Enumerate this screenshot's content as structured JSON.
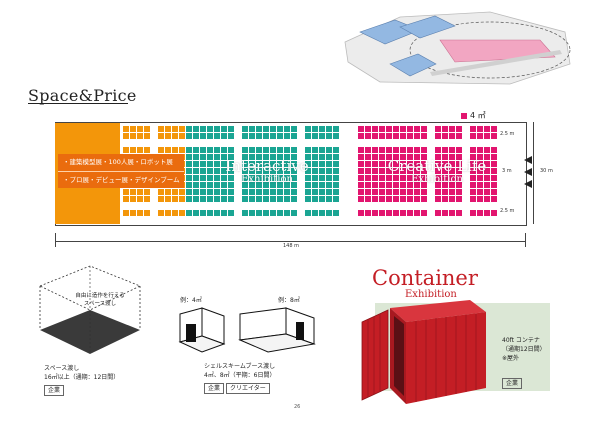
{
  "heading": {
    "title": "Space&Price"
  },
  "legend": {
    "unit": "4 ㎡"
  },
  "floorplan": {
    "banner_lines": [
      "・建築模型展・100人展・ロボット展",
      "・プロ展・デビュー展・デザインブーム"
    ],
    "interactive_title": "Interactive",
    "interactive_sub": "Exhibition",
    "creative_title": "Creative Life",
    "creative_sub": "Exhibition",
    "dim_total_width": "148 m",
    "dim_height": "30 m",
    "dim_top": "2.5 m",
    "dim_bottom": "2.5 m",
    "dim_mid": "3 m",
    "colors": {
      "orange": "#f3960a",
      "teal": "#1aa593",
      "magenta": "#e2156f"
    }
  },
  "space_only": {
    "box_label": [
      "自由に造作を行える",
      "スペース渡し"
    ],
    "caption": [
      "スペース渡し",
      "16㎡以上（通期：12日間）"
    ],
    "tag": "企業"
  },
  "shell_scheme": {
    "label_4": "例：4㎡",
    "label_8": "例：8㎡",
    "caption": [
      "シェルスキームブース渡し",
      "4㎡、8㎡（平期：6日間）"
    ],
    "tags": [
      "企業",
      "クリエイター"
    ]
  },
  "container": {
    "title": "Container",
    "subtitle": "Exhibition",
    "caption": [
      "40ft コンテナ",
      "（通期12日間）",
      "※屋外"
    ],
    "tag": "企業",
    "color": "#c41e25"
  },
  "page": {
    "number": "26"
  }
}
